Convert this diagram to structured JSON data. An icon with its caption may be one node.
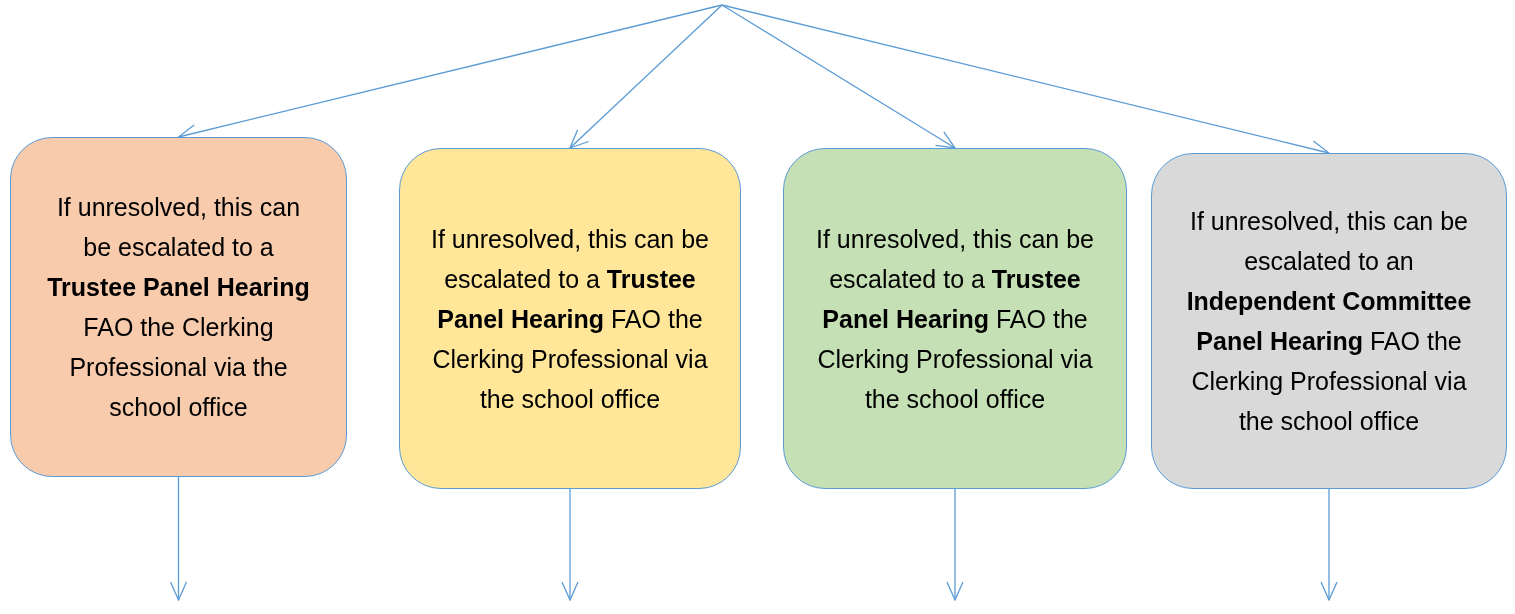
{
  "diagram": {
    "nodes": [
      {
        "text": [
          "If unresolved, this can be escalated to a **Trustee Panel Hearing** FAO the Clerking Professional via the school office"
        ]
      },
      {
        "text": [
          "If unresolved, this can be escalated to a **Trustee Panel Hearing** FAO the Clerking Professional via the school office"
        ]
      },
      {
        "text": [
          "If unresolved, this can be escalated to a **Trustee Panel Hearing** FAO the Clerking Professional via the school office"
        ]
      },
      {
        "text": [
          "If unresolved, this can be escalated to an **Independent Committee Panel Hearing** FAO the Clerking Professional via the school office"
        ]
      }
    ],
    "edges": [
      {
        "from": null,
        "to": 0,
        "arrow": "to"
      },
      {
        "from": null,
        "to": 1,
        "arrow": "to"
      },
      {
        "from": null,
        "to": 2,
        "arrow": "to"
      },
      {
        "from": null,
        "to": 3,
        "arrow": "to"
      },
      {
        "from": 0,
        "to": null,
        "arrow": "to"
      },
      {
        "from": 1,
        "to": null,
        "arrow": "to"
      },
      {
        "from": 2,
        "to": null,
        "arrow": "to"
      },
      {
        "from": 3,
        "to": null,
        "arrow": "to"
      }
    ]
  }
}
